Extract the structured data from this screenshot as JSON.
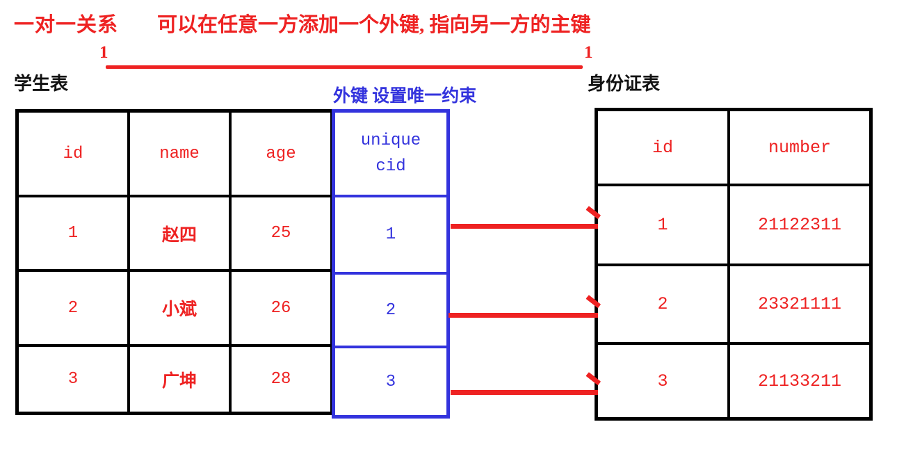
{
  "headline": {
    "relation_type": "一对一关系",
    "note": "可以在任意一方添加一个外键, 指向另一方的主键"
  },
  "relationship": {
    "left_cardinality": "1",
    "right_cardinality": "1",
    "line_color": "#ee2222"
  },
  "left_table": {
    "caption": "学生表",
    "headers": [
      "id",
      "name",
      "age"
    ],
    "rows": [
      [
        "1",
        "赵四",
        "25"
      ],
      [
        "2",
        "小斌",
        "26"
      ],
      [
        "3",
        "广坤",
        "28"
      ]
    ],
    "text_color": "#ee2222",
    "border_color": "#000000"
  },
  "fk_column": {
    "annotation": "外键  设置唯一约束",
    "constraint": "unique",
    "header": "cid",
    "values": [
      "1",
      "2",
      "3"
    ],
    "color": "#3333dd"
  },
  "right_table": {
    "caption": "身份证表",
    "headers": [
      "id",
      "number"
    ],
    "rows": [
      [
        "1",
        "21122311"
      ],
      [
        "2",
        "23321111"
      ],
      [
        "3",
        "21133211"
      ]
    ],
    "text_color": "#ee2222",
    "border_color": "#000000"
  },
  "arrows": {
    "count": 3,
    "color": "#ee2222",
    "icon": "arrow-right-icon"
  }
}
